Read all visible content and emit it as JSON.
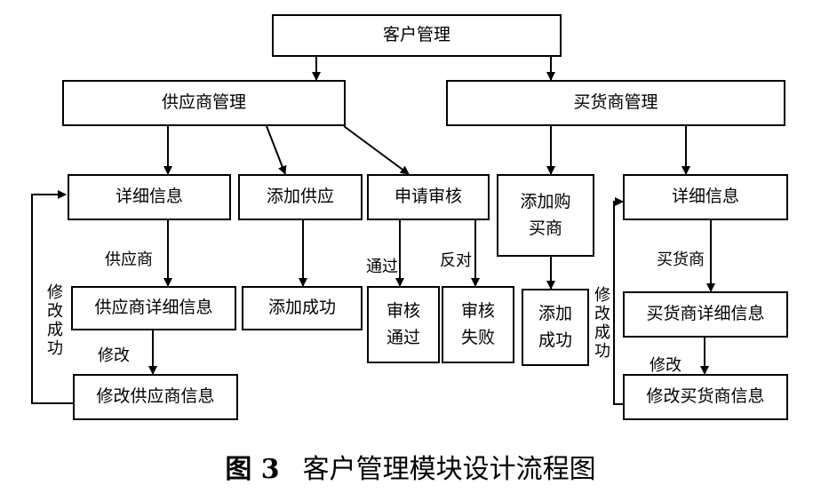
{
  "diagram": {
    "nodes": {
      "root": "客户管理",
      "supplier_mgmt": "供应商管理",
      "buyer_mgmt": "买货商管理",
      "supplier_detail": "详细信息",
      "add_supply": "添加供应",
      "apply_review": "申请审核",
      "add_purchase_line1": "添加购",
      "add_purchase_line2": "买商",
      "buyer_detail": "详细信息",
      "supplier_detail_info": "供应商详细信息",
      "add_success": "添加成功",
      "review_pass_line1": "审核",
      "review_pass_line2": "通过",
      "review_fail_line1": "审核",
      "review_fail_line2": "失败",
      "purchase_success_line1": "添加",
      "purchase_success_line2": "成功",
      "buyer_detail_info": "买货商详细信息",
      "modify_supplier": "修改供应商信息",
      "modify_buyer": "修改买货商信息"
    },
    "edge_labels": {
      "supplier": "供应商",
      "pass": "通过",
      "oppose": "反对",
      "modify_left": "修改",
      "modify_success_left": "修改成功",
      "buyer": "买货商",
      "modify_right": "修改",
      "modify_success_right": "修改成功"
    }
  },
  "caption": {
    "figure_number": "图 3",
    "title": "客户管理模块设计流程图"
  }
}
